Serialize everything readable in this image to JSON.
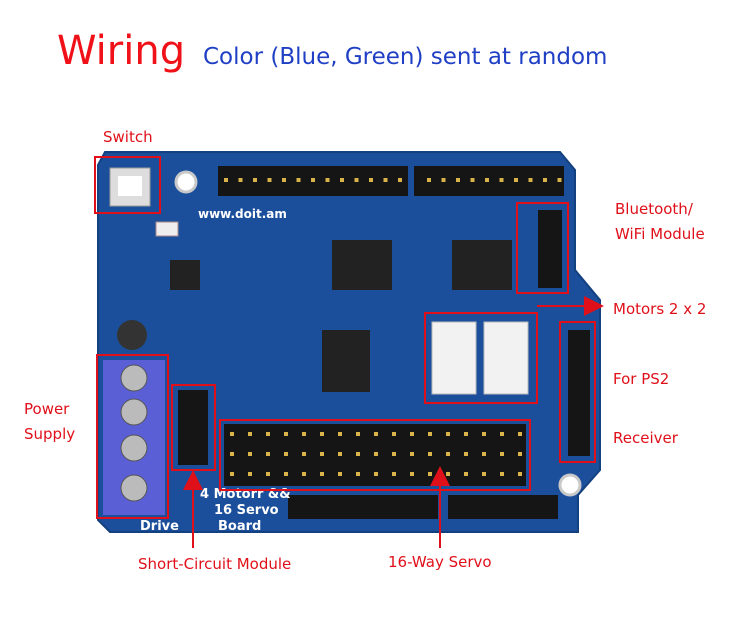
{
  "header": {
    "title": "Wiring",
    "subtitle": "Color (Blue, Green) sent at random"
  },
  "labels": {
    "switch": "Switch",
    "bluetooth_1": "Bluetooth/",
    "bluetooth_2": "WiFi Module",
    "motors": "Motors 2 x 2",
    "ps2_1": "For PS2",
    "ps2_2": "Receiver",
    "power_1": "Power",
    "power_2": "Supply",
    "short_circuit": "Short-Circuit Module",
    "servo": "16-Way Servo"
  },
  "board": {
    "website": "www.doit.am",
    "name_1": "4 Motorr &&",
    "name_2": "16 Servo",
    "name_3": "Board",
    "drive": "Drive"
  },
  "colors": {
    "annotation": "#e0101a",
    "subtitle": "#1f3fc4",
    "pcb": "#1b4f9c",
    "terminal": "#5a5fd6"
  }
}
